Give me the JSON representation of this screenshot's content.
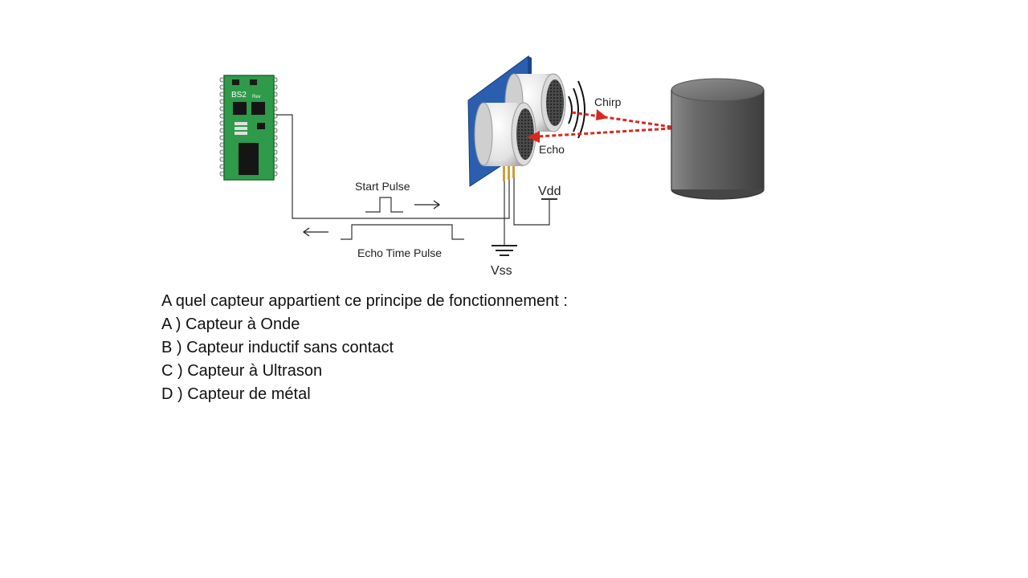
{
  "diagram": {
    "microcontroller_label": "BS2",
    "microcontroller_rev": "Rev",
    "chirp_label": "Chirp",
    "echo_label": "Echo",
    "start_pulse_label": "Start Pulse",
    "echo_time_pulse_label": "Echo Time Pulse",
    "vdd_label": "Vdd",
    "vss_label": "Vss",
    "colors": {
      "board_green": "#2e9a4a",
      "sensor_blue": "#2a5fb0",
      "arrow_red": "#d42a22",
      "object_gray": "#6f6f6f"
    }
  },
  "question": {
    "prompt": "A quel capteur appartient ce principe de fonctionnement :",
    "options": [
      "A ) Capteur à Onde",
      "B ) Capteur inductif sans contact",
      "C ) Capteur à Ultrason",
      "D ) Capteur de métal"
    ]
  }
}
